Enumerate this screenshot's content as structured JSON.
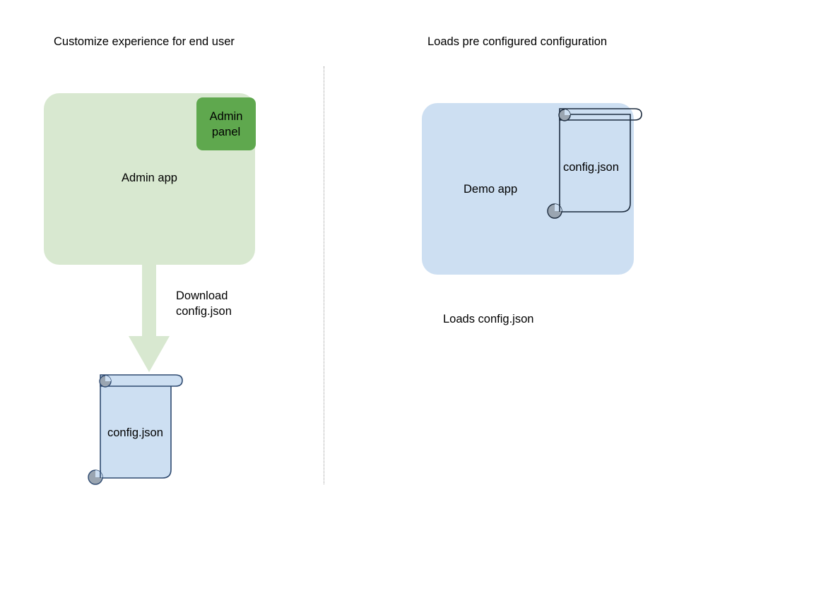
{
  "diagram": {
    "columns": [
      {
        "title": "Customize experience for end user",
        "app": {
          "name": "Admin app",
          "color": "#d8e8d0",
          "badge": {
            "label": "Admin\npanel",
            "color": "#5fa84e"
          }
        },
        "arrow": {
          "caption": "Download\nconfig.json",
          "color": "#d8e8d0"
        },
        "document": {
          "label": "config.json",
          "fill": "#cddff2",
          "stroke": "#2f4a70"
        }
      },
      {
        "title": "Loads pre configured configuration",
        "app": {
          "name": "Demo app",
          "color": "#cddff2"
        },
        "document": {
          "label": "config.json",
          "fill": "transparent",
          "stroke": "#1c2b3e"
        },
        "caption": "Loads config.json"
      }
    ],
    "divider": {
      "style": "dotted",
      "color": "#9a9a9a"
    },
    "icons": {
      "scroll_curl_color": "#9aa5b1",
      "document_icon": "scroll-document-icon",
      "arrow_icon": "down-arrow-icon"
    }
  }
}
